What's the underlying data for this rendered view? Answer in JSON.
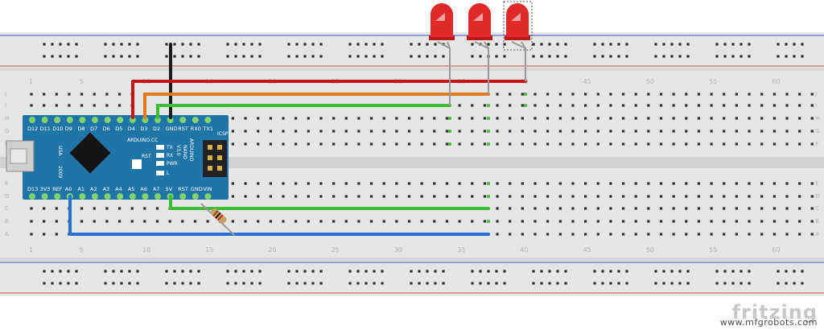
{
  "breadboard": {
    "row_letters_top": [
      "J",
      "I",
      "H",
      "G",
      "F"
    ],
    "row_letters_bottom": [
      "E",
      "D",
      "C",
      "B",
      "A"
    ],
    "column_numbers": [
      "1",
      "5",
      "10",
      "15",
      "20",
      "25",
      "30",
      "35",
      "40",
      "45",
      "50",
      "55",
      "60"
    ]
  },
  "arduino": {
    "top_pins": [
      "D12",
      "D11",
      "D10",
      "D9",
      "D8",
      "D7",
      "D6",
      "D5",
      "D4",
      "D3",
      "D2",
      "GND",
      "RST",
      "RX0",
      "TX1"
    ],
    "bottom_pins": [
      "D13",
      "3V3",
      "REF",
      "A0",
      "A1",
      "A2",
      "A3",
      "A4",
      "A5",
      "A6",
      "A7",
      "5V",
      "RST",
      "GND",
      "VIN"
    ],
    "board_text": [
      "ARDUINO.CC",
      "USA",
      "2009",
      "RST",
      "TX",
      "RX",
      "PWR",
      "L",
      "ARDUINO",
      "NANO",
      "V3.0",
      "ICSP"
    ]
  },
  "components": {
    "leds": [
      {
        "color": "red"
      },
      {
        "color": "red"
      },
      {
        "color": "red"
      }
    ],
    "resistor_count": 1
  },
  "wires": [
    {
      "name": "black",
      "color": "#1a1a1a"
    },
    {
      "name": "red",
      "color": "#c81414"
    },
    {
      "name": "orange",
      "color": "#e07a1a"
    },
    {
      "name": "green-top",
      "color": "#3cbe32"
    },
    {
      "name": "green-bottom",
      "color": "#3cbe32"
    },
    {
      "name": "blue",
      "color": "#2a6fd6"
    }
  ],
  "colors": {
    "board": "#e6e6e6",
    "rail_red": "#d84040",
    "rail_blue": "#3a56c8",
    "nano": "#1f74a8",
    "hole": "#2e2e2e",
    "hole_green": "#59c050"
  },
  "branding": {
    "logo": "fritzing",
    "watermark": "www.mfgrobots.com"
  }
}
